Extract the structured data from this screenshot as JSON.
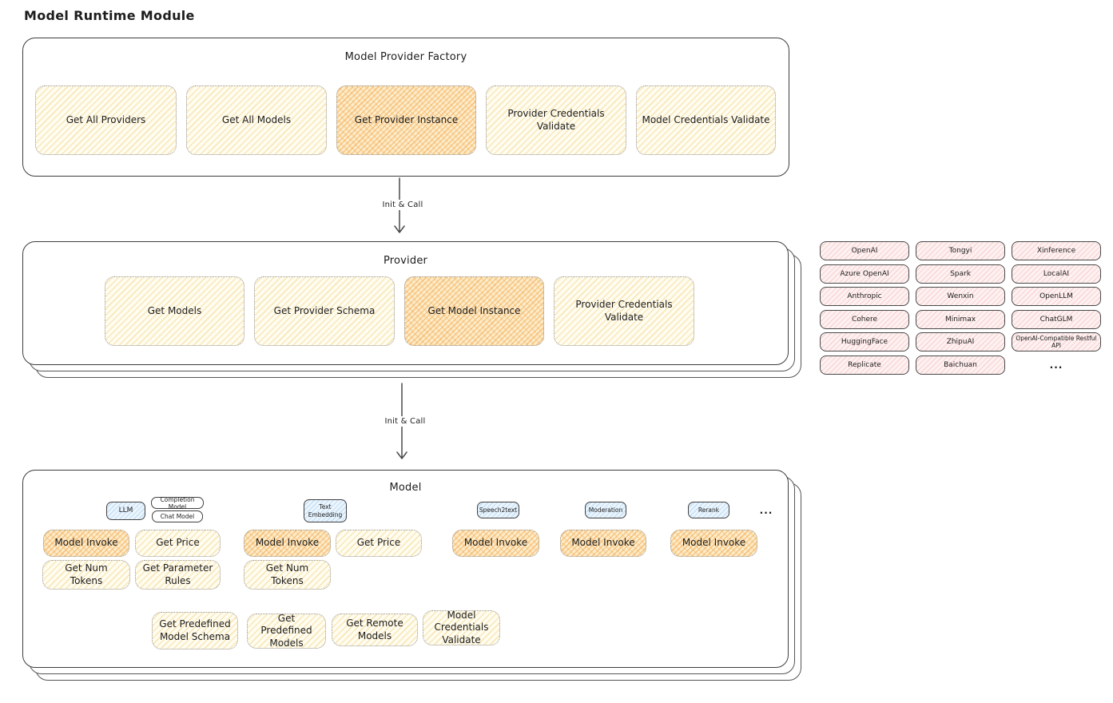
{
  "page": {
    "title": "Model Runtime Module"
  },
  "arrows": {
    "init_call_1": "Init & Call",
    "init_call_2": "Init & Call"
  },
  "factory": {
    "title": "Model Provider Factory",
    "ops": [
      "Get All Providers",
      "Get All Models",
      "Get Provider Instance",
      "Provider Credentials Validate",
      "Model Credentials Validate"
    ]
  },
  "provider": {
    "title": "Provider",
    "ops": [
      "Get Models",
      "Get Provider Schema",
      "Get Model Instance",
      "Provider Credentials Validate"
    ]
  },
  "provider_chips": {
    "col1": [
      "OpenAI",
      "Azure OpenAI",
      "Anthropic",
      "Cohere",
      "HuggingFace",
      "Replicate"
    ],
    "col2": [
      "Tongyi",
      "Spark",
      "Wenxin",
      "Minimax",
      "ZhipuAI",
      "Baichuan"
    ],
    "col3": [
      "Xinference",
      "LocalAI",
      "OpenLLM",
      "ChatGLM",
      "OpenAI-Compatible Restful API"
    ],
    "more": "..."
  },
  "model": {
    "title": "Model",
    "tabs": {
      "llm": "LLM",
      "completion_model": "Completion Model",
      "chat_model": "Chat Model",
      "text_embedding": "Text Embedding",
      "speech2text": "Speech2text",
      "moderation": "Moderation",
      "rerank": "Rerank",
      "more": "..."
    },
    "ops": {
      "model_invoke": "Model Invoke",
      "get_price": "Get Price",
      "get_num_tokens": "Get Num Tokens",
      "get_parameter_rules": "Get Parameter Rules"
    },
    "bottom_ops": [
      "Get Predefined Model Schema",
      "Get Predefined Models",
      "Get Remote Models",
      "Model Credentials Validate"
    ]
  }
}
